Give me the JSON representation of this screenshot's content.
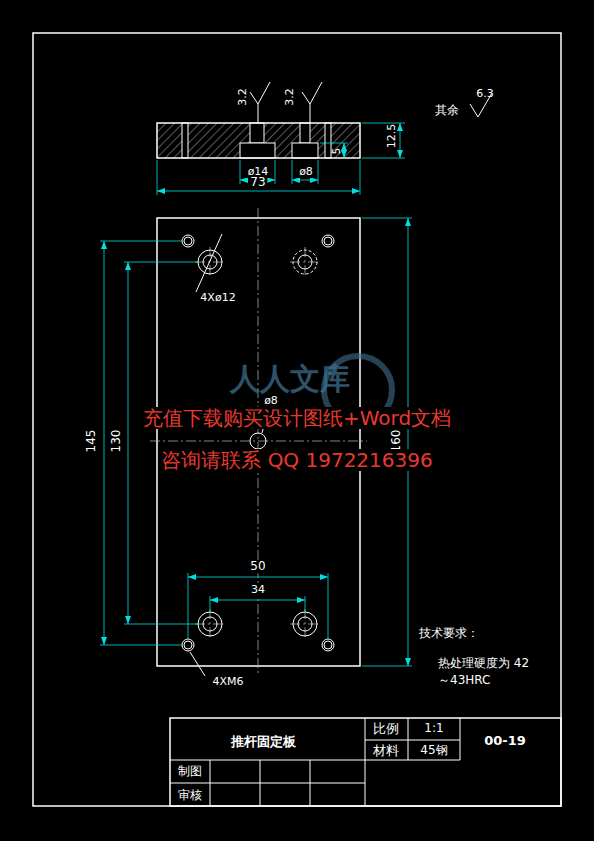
{
  "diagram": {
    "labels": [
      "3.2",
      "3.2",
      "其余",
      "6.3",
      "12.5",
      "5",
      "ø14",
      "ø8",
      "73",
      "人人文库",
      "ø8",
      "4Xø12",
      "145",
      "130",
      "160",
      "50",
      "34",
      "4XM6",
      "技术要求：",
      "热处理硬度为 42～43HRC",
      "充值下载购买设计图纸+Word文档",
      "咨询请联系 QQ 1972216396",
      "推杆固定板",
      "比例",
      "1:1",
      "材料",
      "45钢",
      "00-19",
      "制图",
      "审核"
    ]
  }
}
